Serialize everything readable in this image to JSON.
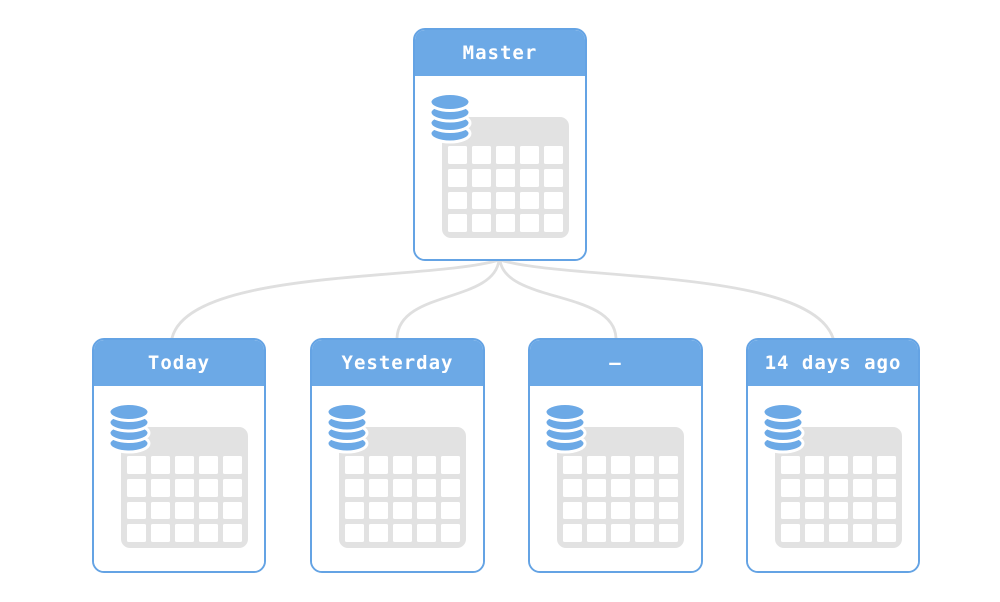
{
  "nodes": [
    {
      "id": "master",
      "label": "Master"
    },
    {
      "id": "today",
      "label": "Today"
    },
    {
      "id": "yesterday",
      "label": "Yesterday"
    },
    {
      "id": "range-gap",
      "label": "–"
    },
    {
      "id": "14-days-ago",
      "label": "14 days ago"
    }
  ],
  "edges": [
    {
      "from": "master",
      "to": "today"
    },
    {
      "from": "master",
      "to": "yesterday"
    },
    {
      "from": "master",
      "to": "range-gap"
    },
    {
      "from": "master",
      "to": "14-days-ago"
    }
  ],
  "icons": [
    {
      "name": "database-icon"
    },
    {
      "name": "calendar-table-icon"
    }
  ],
  "colors": {
    "accent_blue": "#6ca9e6",
    "node_border": "#64a3e4",
    "table_gray": "#e2e2e2",
    "edge_gray": "#dfdfdf",
    "label_text": "#ffffff",
    "background": "#ffffff"
  },
  "grid": {
    "columns": 5,
    "rows": 4
  }
}
